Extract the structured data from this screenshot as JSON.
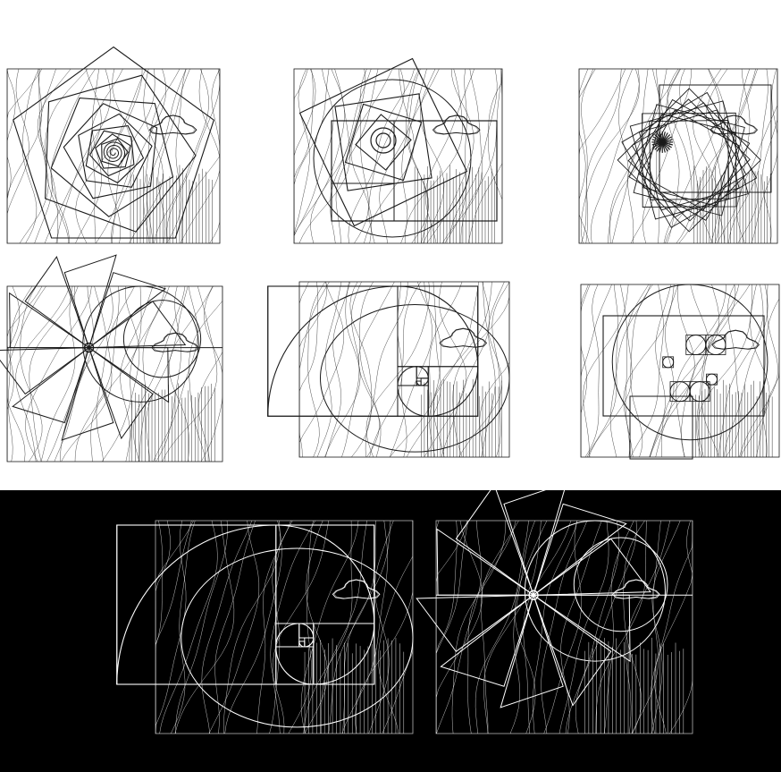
{
  "sheet": {
    "colors": {
      "page_background": "#ffffff",
      "light_panel_background": "#ffffff",
      "light_line": "#1a1a1a",
      "dark_band_background": "#000000",
      "dark_line": "#ffffff"
    },
    "panels": [
      {
        "row": 1,
        "col": 1,
        "theme": "light",
        "overlay": "rotating-pentagon-spiral"
      },
      {
        "row": 1,
        "col": 2,
        "theme": "light",
        "overlay": "golden-rectangle-spiral-rotated-squares"
      },
      {
        "row": 1,
        "col": 3,
        "theme": "light",
        "overlay": "radial-rotated-squares"
      },
      {
        "row": 2,
        "col": 1,
        "theme": "light",
        "overlay": "star-triangles-and-circles"
      },
      {
        "row": 2,
        "col": 2,
        "theme": "light",
        "overlay": "golden-rectangle-spiral"
      },
      {
        "row": 2,
        "col": 3,
        "theme": "light",
        "overlay": "golden-rectangle-circles"
      },
      {
        "row": 3,
        "col": 1,
        "theme": "dark",
        "overlay": "golden-rectangle-spiral"
      },
      {
        "row": 3,
        "col": 2,
        "theme": "dark",
        "overlay": "star-triangles-and-circles"
      }
    ]
  }
}
